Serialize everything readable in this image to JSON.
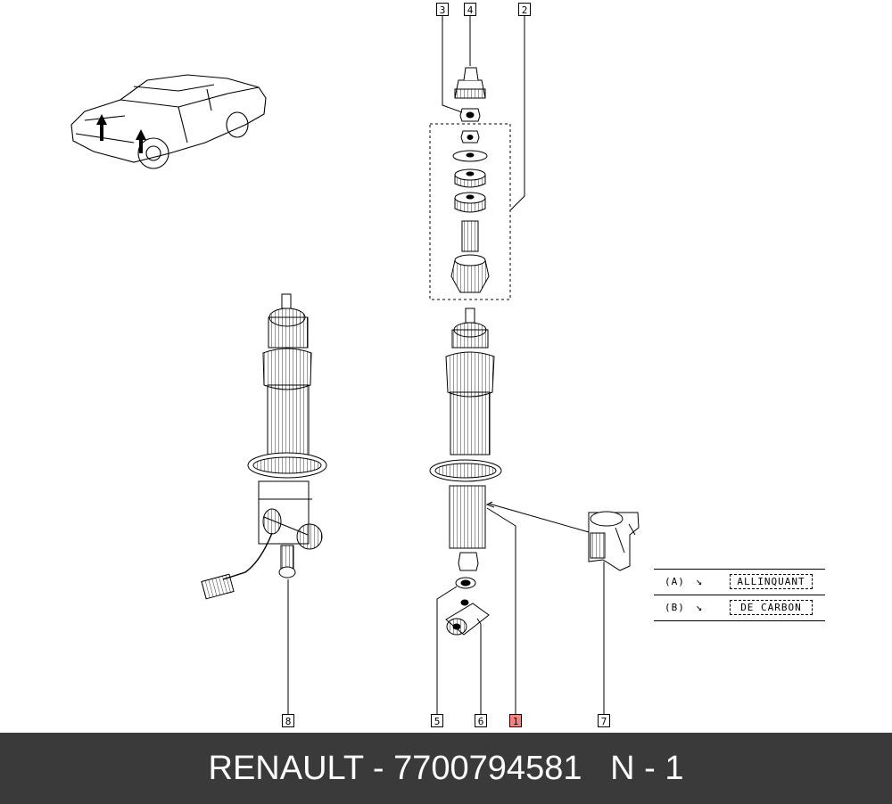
{
  "callouts": {
    "c1": "1",
    "c2": "2",
    "c3": "3",
    "c4": "4",
    "c5": "5",
    "c6": "6",
    "c7": "7",
    "c8": "8"
  },
  "highlight_color": "#ff8080",
  "legend": {
    "rows": [
      {
        "code": "(A)",
        "arrow": "↘",
        "name": "ALLINQUANT"
      },
      {
        "code": "(B)",
        "arrow": "↘",
        "name": "DE CARBON"
      }
    ]
  },
  "footer": {
    "text": "RENAULT - 7700794581   N - 1",
    "background": "#3a3a3a"
  }
}
